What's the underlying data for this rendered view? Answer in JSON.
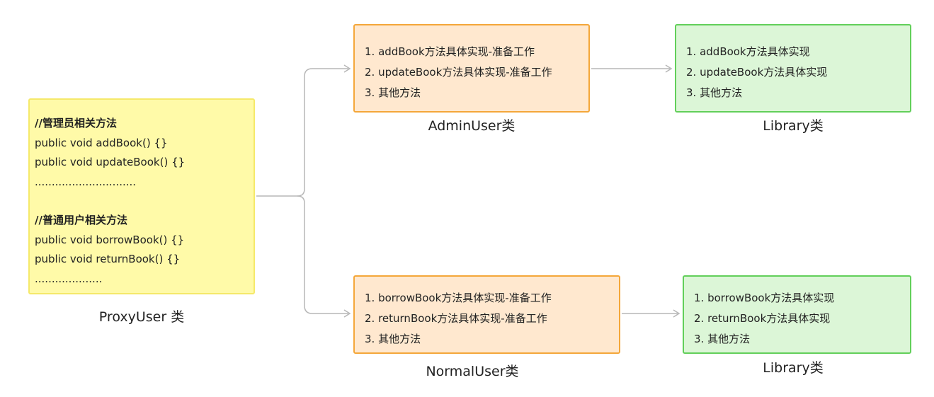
{
  "colors": {
    "proxy_fill": "#fffaa8",
    "proxy_border": "#f5e96a",
    "orange_fill": "#ffe8cf",
    "orange_border": "#f4a73a",
    "green_fill": "#dcf6d7",
    "green_border": "#62cf5a",
    "connector": "#b7b7b7"
  },
  "proxy": {
    "caption": "ProxyUser 类",
    "lines": [
      "//管理员相关方法",
      "public void addBook() {}",
      "public void updateBook() {}",
      "..............................",
      "//普通用户相关方法",
      "public void borrowBook() {}",
      "public void returnBook() {}",
      "...................."
    ]
  },
  "admin": {
    "caption": "AdminUser类",
    "lines": [
      "1. addBook方法具体实现-准备工作",
      "2. updateBook方法具体实现-准备工作",
      "3. 其他方法"
    ]
  },
  "normal": {
    "caption": "NormalUser类",
    "lines": [
      "1. borrowBook方法具体实现-准备工作",
      "2. returnBook方法具体实现-准备工作",
      "3. 其他方法"
    ]
  },
  "library_admin": {
    "caption": "Library类",
    "lines": [
      "1. addBook方法具体实现",
      "2. updateBook方法具体实现",
      "3. 其他方法"
    ]
  },
  "library_normal": {
    "caption": "Library类",
    "lines": [
      "1. borrowBook方法具体实现",
      "2. returnBook方法具体实现",
      "3. 其他方法"
    ]
  }
}
